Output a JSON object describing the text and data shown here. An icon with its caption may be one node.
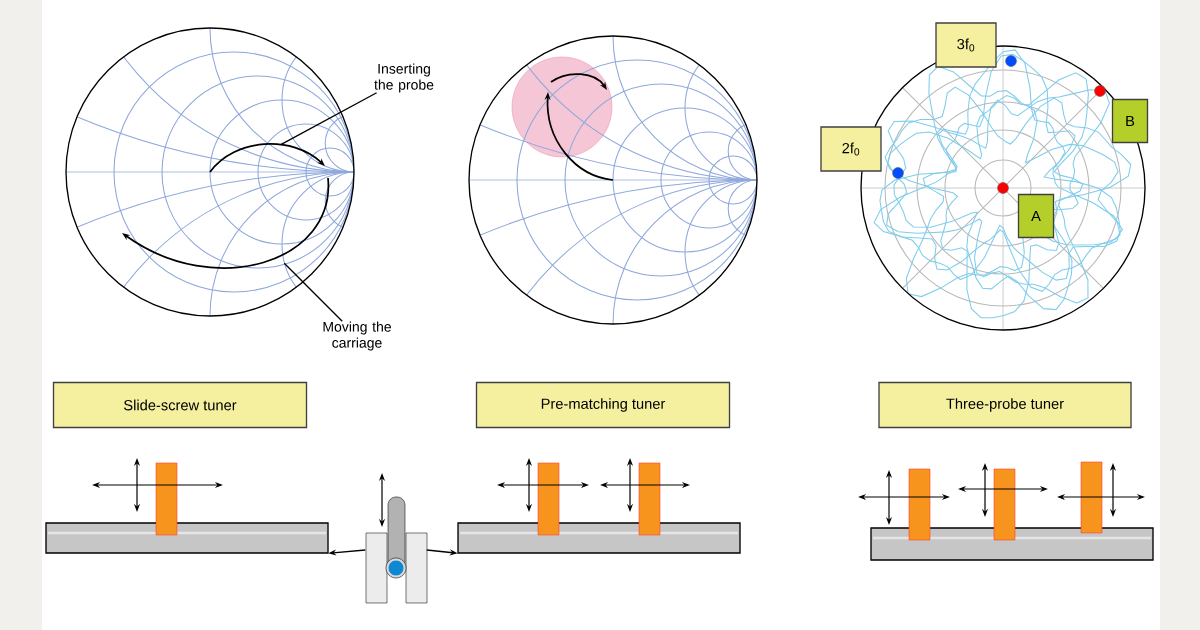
{
  "diagram": {
    "nodes": [
      {
        "text": [
          "Inserting the probe"
        ]
      },
      {
        "text": [
          "Moving the carriage"
        ]
      },
      {
        "text": [
          "3f$_{0}$"
        ]
      },
      {
        "text": [
          "B"
        ]
      },
      {
        "text": [
          "2f$_{0}$"
        ]
      },
      {
        "text": [
          "A"
        ]
      },
      {
        "text": [
          "Slide-screw tuner"
        ]
      },
      {
        "text": [
          "Pre-matching tuner"
        ]
      },
      {
        "text": [
          "Three-probe tuner"
        ]
      },
      {
        "text": [],
        "shape": "bar"
      },
      {
        "text": [],
        "shape": "picture"
      },
      {
        "text": [],
        "shape": "bar"
      },
      {
        "text": [],
        "shape": "bar"
      },
      {
        "text": [],
        "shape": "arc"
      },
      {
        "text": [],
        "shape": "arc"
      }
    ],
    "edges": [
      {
        "from": 0,
        "to": 13,
        "arrow": "none"
      },
      {
        "from": 1,
        "to": 14,
        "arrow": "none"
      },
      {
        "from": 10,
        "to": 9,
        "arrow": "to"
      },
      {
        "from": 10,
        "to": 11,
        "arrow": "to"
      }
    ]
  }
}
